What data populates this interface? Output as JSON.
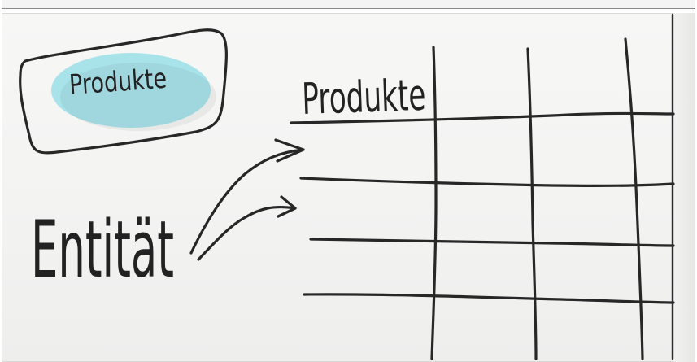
{
  "diagram": {
    "entity_label": "Entität",
    "entity_card_label": "Produkte",
    "table_header": "Produkte"
  },
  "colors": {
    "board": "#f4f4f3",
    "ink": "#272727",
    "sticky_note": "#a9e3ea"
  }
}
